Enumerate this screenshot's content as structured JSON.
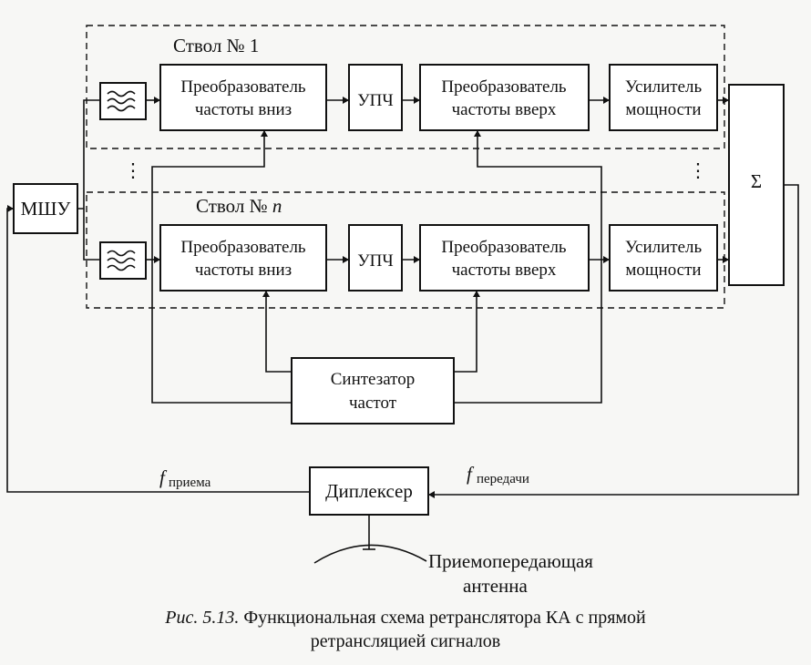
{
  "channels": {
    "ch1_label": "Ствол № 1",
    "chn_label_prefix": "Ствол № ",
    "chn_label_n": "n"
  },
  "blocks": {
    "lna": "МШУ",
    "downconv_line1": "Преобразователь",
    "downconv_line2": "частоты вниз",
    "if_amp": "УПЧ",
    "upconv_line1": "Преобразователь",
    "upconv_line2": "частоты вверх",
    "power_amp_line1": "Усилитель",
    "power_amp_line2": "мощности",
    "summer": "Σ",
    "synth_line1": "Синтезатор",
    "synth_line2": "частот",
    "diplexer": "Диплексер"
  },
  "signals": {
    "f_rx_symbol": "f",
    "f_rx_sub": "приема",
    "f_tx_symbol": "f",
    "f_tx_sub": "передачи"
  },
  "antenna": {
    "line1": "Приемопередающая",
    "line2": "антенна"
  },
  "caption": {
    "prefix": "Рис. 5.13.",
    "line1": "Функциональная схема ретранслятора КА с прямой",
    "line2": "ретрансляцией сигналов"
  },
  "ellipsis": "⋮"
}
